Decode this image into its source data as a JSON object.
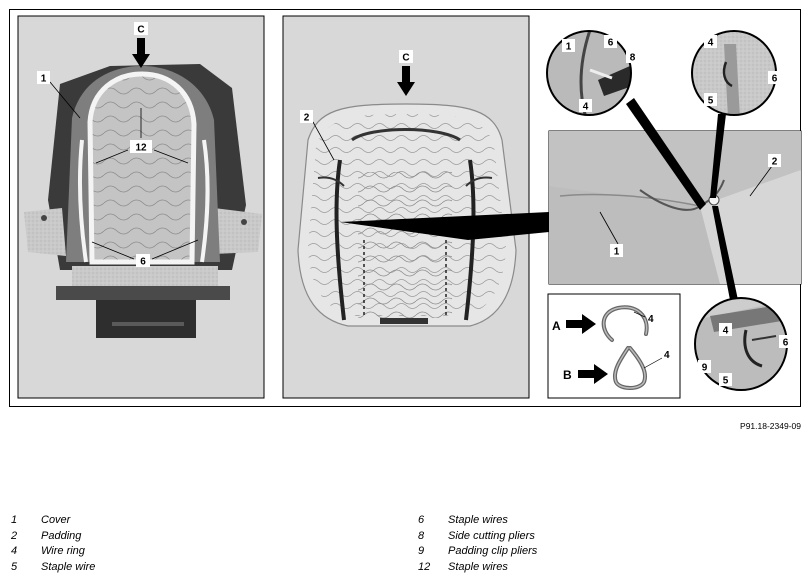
{
  "figure": {
    "code": "P91.18-2349-09",
    "direction_labels": {
      "view_c": "C",
      "view_a": "A",
      "view_b": "B"
    },
    "callouts": {
      "left_1": "1",
      "left_12": "12",
      "left_6": "6",
      "mid_2": "2",
      "c1_1": "1",
      "c1_6": "6",
      "c1_8": "8",
      "c1_4": "4",
      "c2_4": "4",
      "c2_6": "6",
      "c2_5": "5",
      "main_1": "1",
      "main_2": "2",
      "c3_4": "4",
      "c3_6": "6",
      "c3_9": "9",
      "c3_5": "5",
      "ring_a_4": "4",
      "ring_b_4": "4"
    }
  },
  "legend": {
    "left": [
      {
        "num": "1",
        "text": "Cover"
      },
      {
        "num": "2",
        "text": "Padding"
      },
      {
        "num": "4",
        "text": "Wire ring"
      },
      {
        "num": "5",
        "text": "Staple wire"
      }
    ],
    "right": [
      {
        "num": "6",
        "text": "Staple wires"
      },
      {
        "num": "8",
        "text": "Side cutting pliers"
      },
      {
        "num": "9",
        "text": "Padding clip pliers"
      },
      {
        "num": "12",
        "text": "Staple wires"
      }
    ]
  }
}
